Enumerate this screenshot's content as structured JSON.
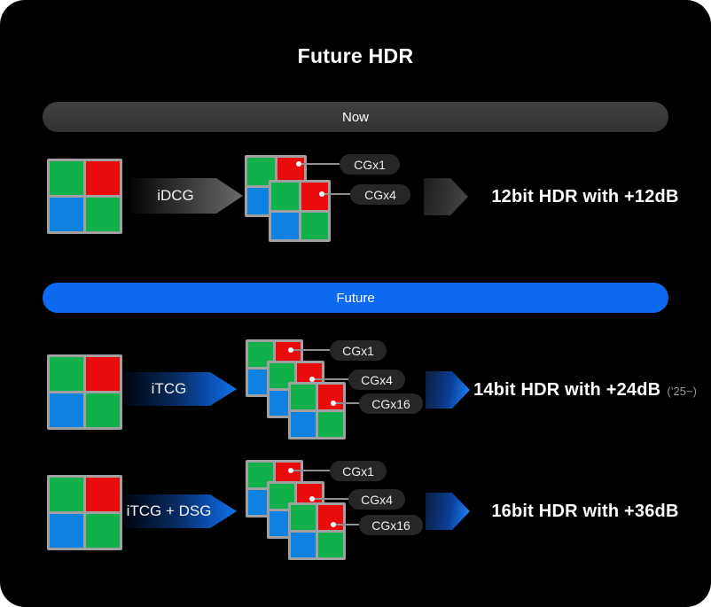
{
  "title": "Future HDR",
  "sections": {
    "now": {
      "label": "Now"
    },
    "future": {
      "label": "Future"
    }
  },
  "rows": [
    {
      "process": "iDCG",
      "gains": [
        "CGx1",
        "CGx4"
      ],
      "result": "12bit HDR with +12dB",
      "note": ""
    },
    {
      "process": "iTCG",
      "gains": [
        "CGx1",
        "CGx4",
        "CGx16"
      ],
      "result": "14bit HDR with +24dB",
      "note": "(’25~)"
    },
    {
      "process": "iTCG + DSG",
      "gains": [
        "CGx1",
        "CGx4",
        "CGx16"
      ],
      "result": "16bit HDR with +36dB",
      "note": ""
    }
  ],
  "colors": {
    "card_bg": "#000000",
    "accent_blue": "#0c6af0",
    "bayer_green": "#10b04b",
    "bayer_red": "#ea0b0c",
    "bayer_blue": "#0d82e0",
    "bayer_border": "#a0a0a0",
    "pill_bg": "#262626",
    "note_gray": "#999999"
  }
}
